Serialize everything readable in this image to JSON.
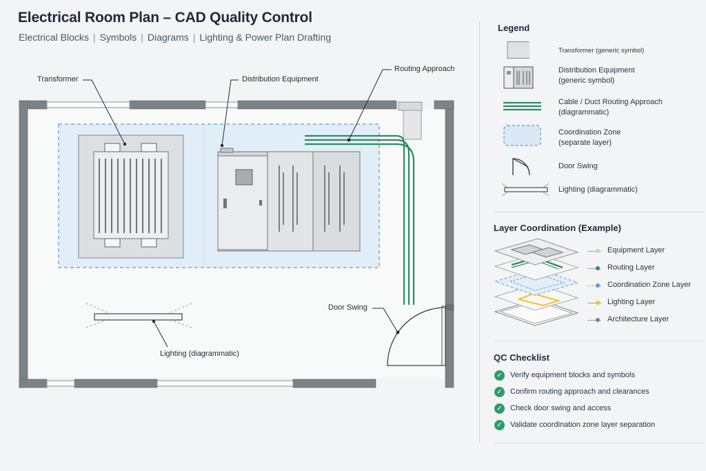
{
  "header": {
    "title": "Electrical Room Plan – CAD Quality Control",
    "subtitle_items": [
      "Electrical Blocks",
      "Symbols",
      "Diagrams",
      "Lighting & Power Plan Drafting"
    ],
    "subtitle_separator": "|"
  },
  "plan": {
    "callouts": {
      "transformer": "Transformer",
      "distribution": "Distribution Equipment",
      "routing": "Routing Approach",
      "door_swing": "Door Swing",
      "lighting": "Lighting (diagrammatic)"
    }
  },
  "legend": {
    "title": "Legend",
    "items": [
      {
        "symbol": "transformer-symbol",
        "line1": "Transformer (generic symbol)",
        "line2": ""
      },
      {
        "symbol": "distribution-symbol",
        "line1": "Distribution Equipment",
        "line2": "(generic symbol)"
      },
      {
        "symbol": "routing-symbol",
        "line1": "Cable / Duct Routing Approach",
        "line2": "(diagrammatic)"
      },
      {
        "symbol": "zone-symbol",
        "line1": "Coordination Zone",
        "line2": "(separate layer)"
      },
      {
        "symbol": "door-swing-symbol",
        "line1": "Door Swing",
        "line2": ""
      },
      {
        "symbol": "lighting-symbol",
        "line1": "Lighting (diagrammatic)",
        "line2": ""
      }
    ]
  },
  "layers": {
    "title": "Layer Coordination (Example)",
    "items": [
      {
        "label": "Equipment Layer",
        "color": "#c8cdd2"
      },
      {
        "label": "Routing Layer",
        "color": "#2e8b62"
      },
      {
        "label": "Coordination Zone Layer",
        "color": "#5b9bdc"
      },
      {
        "label": "Lighting Layer",
        "color": "#f2c12e"
      },
      {
        "label": "Architecture Layer",
        "color": "#7a8288"
      }
    ]
  },
  "qc": {
    "title": "QC Checklist",
    "items": [
      "Verify equipment blocks and symbols",
      "Confirm routing approach and clearances",
      "Check door swing and access",
      "Validate coordination zone layer separation"
    ]
  },
  "colors": {
    "wall": "#7d8286",
    "routing": "#2e8b62",
    "zone_fill": "#dbe9f6",
    "zone_border": "#5b9bdc",
    "check": "#2f9b6a"
  }
}
